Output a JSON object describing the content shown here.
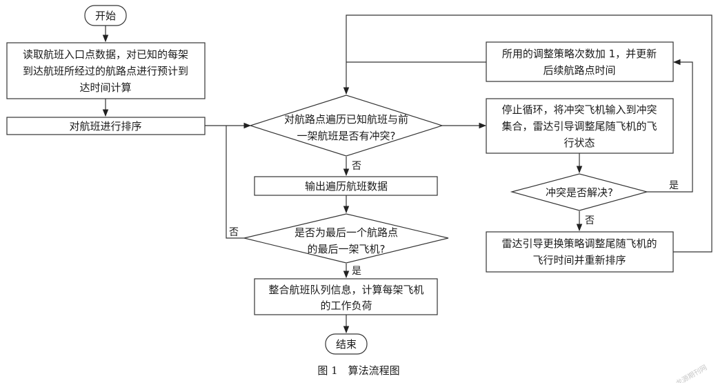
{
  "nodes": {
    "start": "开始",
    "read": [
      "读取航班入口点数据，对已知的每架",
      "到达航班所经过的航路点进行预计到",
      "达时间计算"
    ],
    "sort": "对航班进行排序",
    "check_conflict": [
      "对航路点遍历已知航班与前",
      "一架航班是否有冲突?"
    ],
    "output": "输出遍历航班数据",
    "check_last": [
      "是否为最后一个航路点",
      "的最后一架飞机?"
    ],
    "integrate": [
      "整合航班队列信息，计算每架飞机",
      "的工作负荷"
    ],
    "end": "结束",
    "adjust_count": [
      "所用的调整策略次数加 1，并更新",
      "后续航路点时间"
    ],
    "stop_loop": [
      "停止循环，将冲突飞机输入到冲突",
      "集合，雷达引导调整尾随飞机的飞",
      "行状态"
    ],
    "resolved": "冲突是否解决?",
    "radar_change": [
      "雷达引导更换策略调整尾随飞机的",
      "飞行时间并重新排序"
    ]
  },
  "edge_labels": {
    "conflict_no": "否",
    "last_no": "否",
    "last_yes": "是",
    "resolved_yes": "是",
    "resolved_no": "否"
  },
  "caption": "图 1　算法流程图",
  "watermark": "龙源期刊网"
}
